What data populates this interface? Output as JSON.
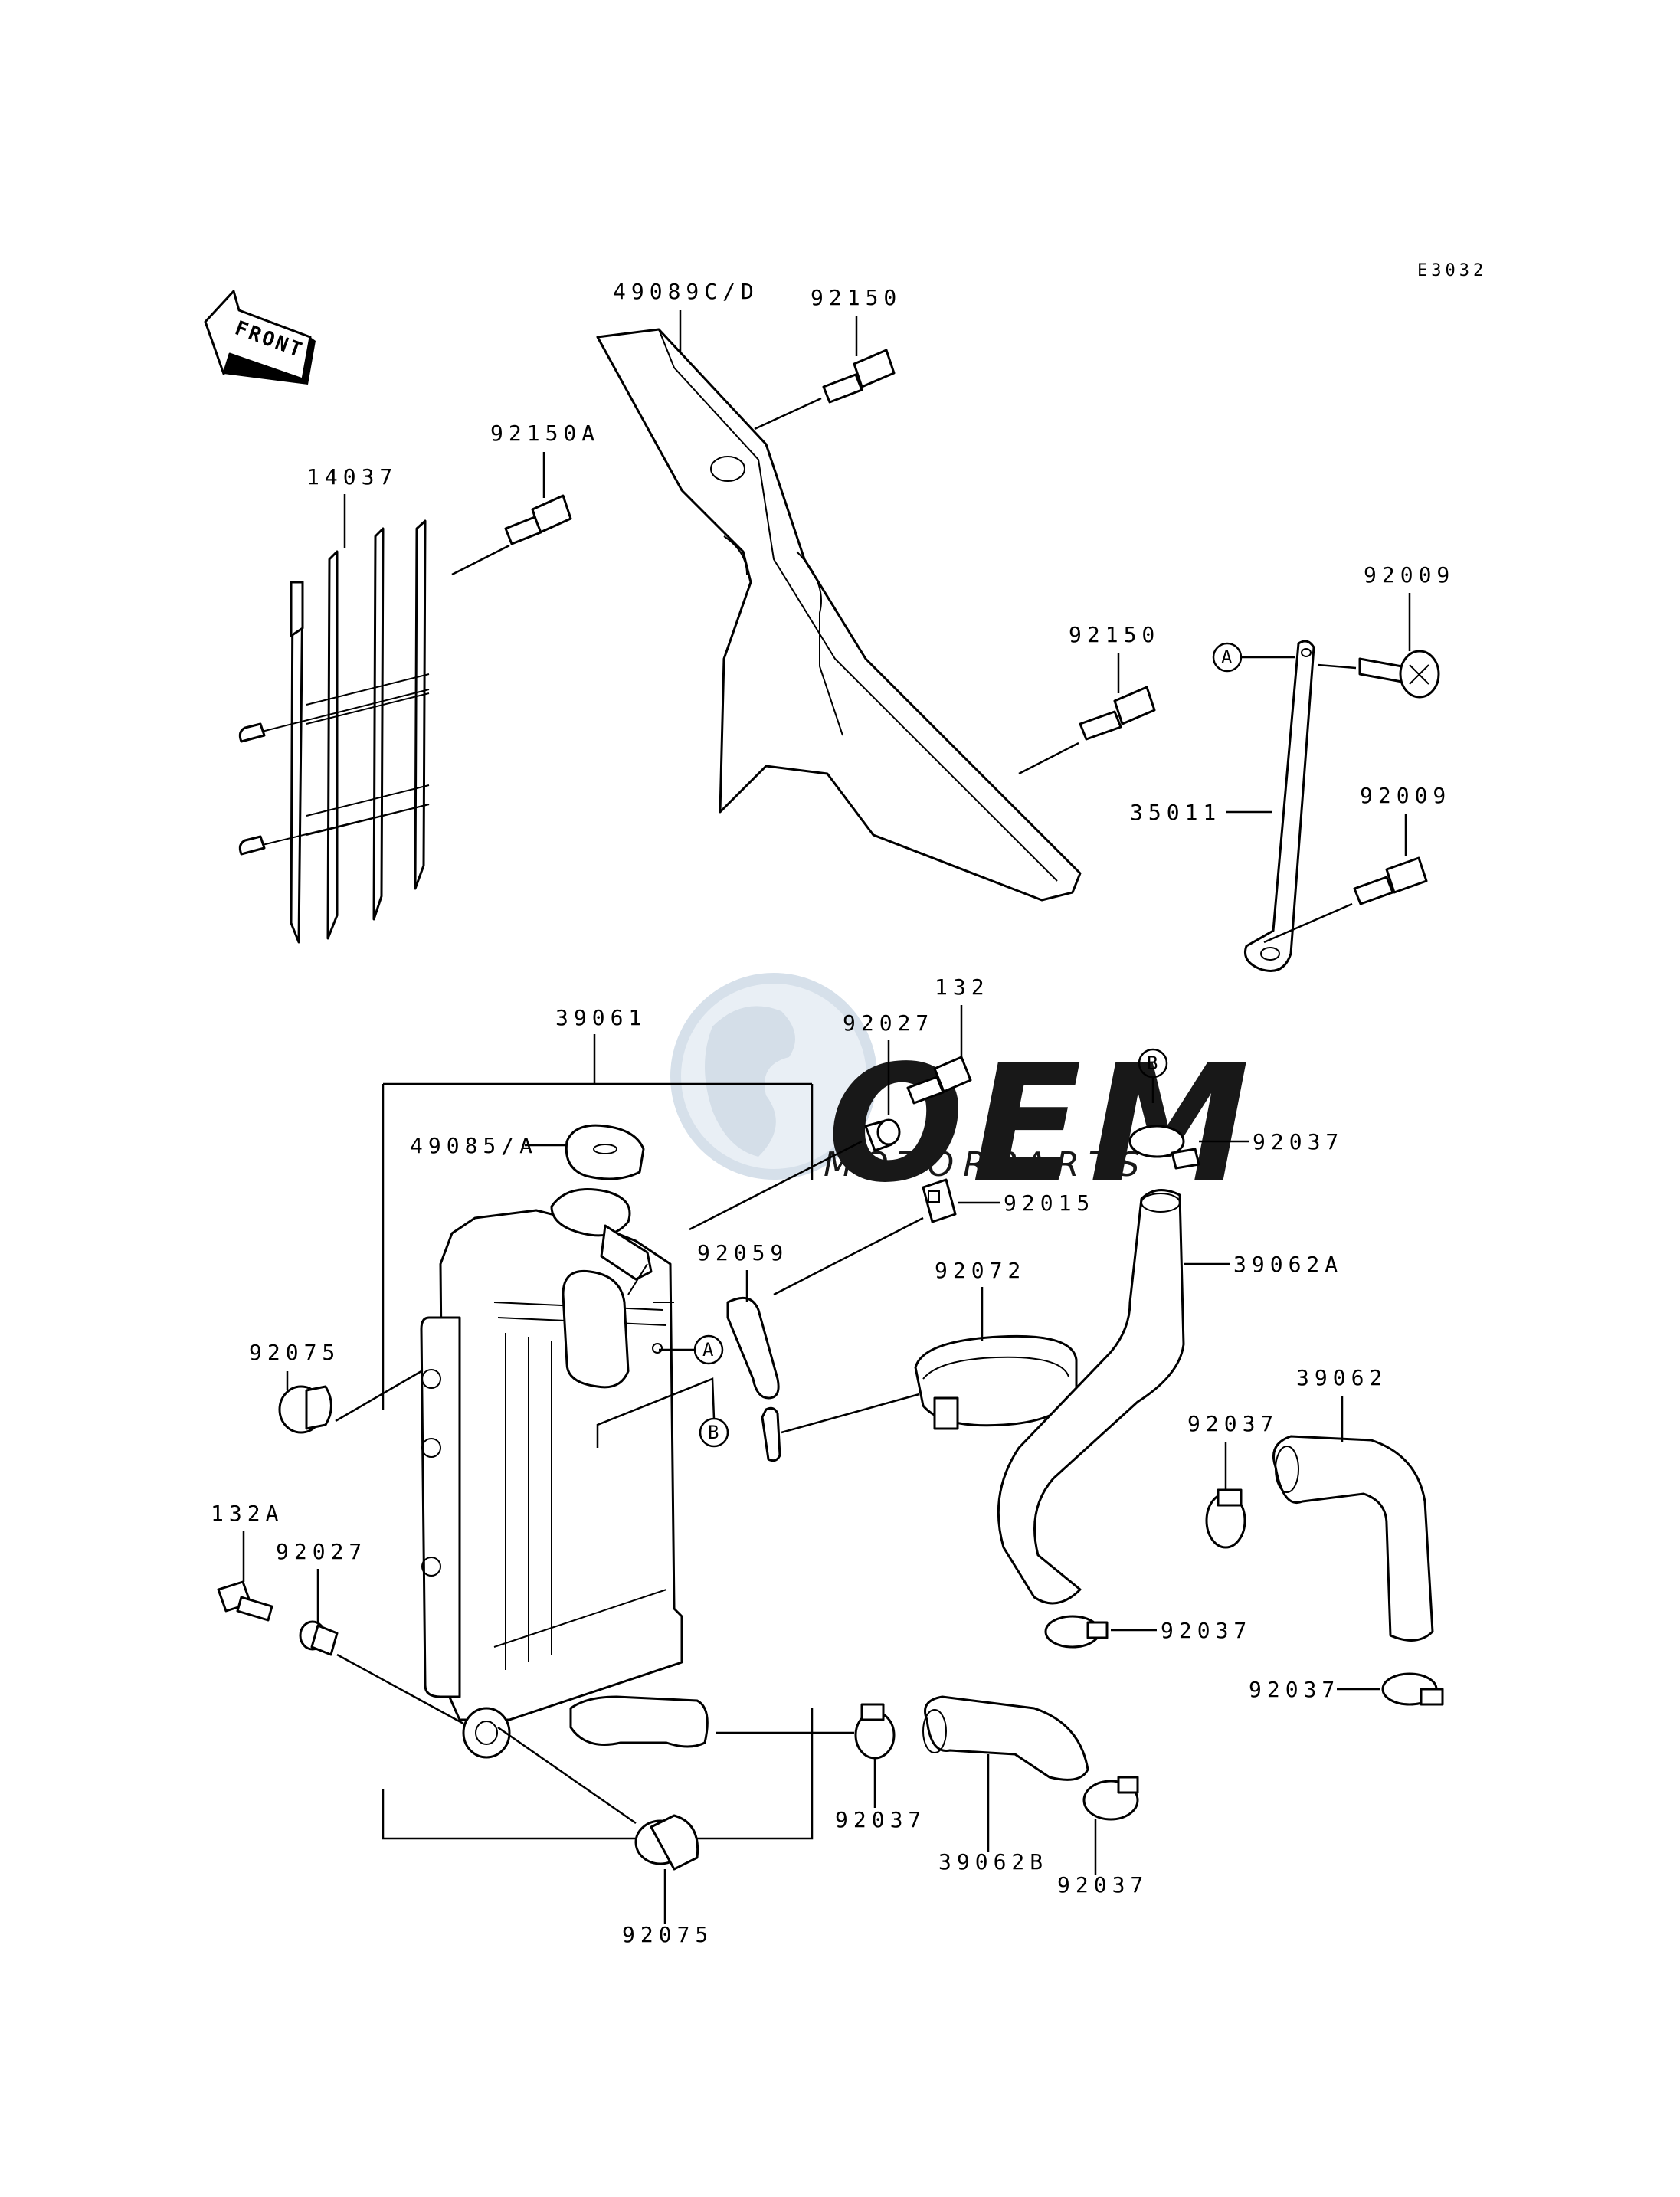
{
  "diagram_code": "E3032",
  "front_arrow_label": "FRONT",
  "watermark": {
    "brand": "OEM",
    "sub": "MOTORPARTS"
  },
  "callout_refs": {
    "a": "A",
    "b": "B"
  },
  "labels": {
    "p49089CD": "49089C/D",
    "p92150_top": "92150",
    "p92150A": "92150A",
    "p14037": "14037",
    "p92150_mid": "92150",
    "p92009_top": "92009",
    "p35011": "35011",
    "p92009_bot": "92009",
    "p132": "132",
    "p92027_top": "92027",
    "p39061": "39061",
    "p49085A": "49085/A",
    "p92037_b": "92037",
    "p92015": "92015",
    "p92059": "92059",
    "p92072": "92072",
    "p39062A": "39062A",
    "p92075_left": "92075",
    "p39062": "39062",
    "p92037_mid": "92037",
    "p132A": "132A",
    "p92027_left": "92027",
    "p92037_hose": "92037",
    "p92037_right": "92037",
    "p92037_low": "92037",
    "p39062B": "39062B",
    "p92037_bot": "92037",
    "p92075_bot": "92075"
  },
  "colors": {
    "line": "#000000",
    "watermark": "#d8e4ef",
    "watermark_dark": "#c9d5e0",
    "background": "#ffffff"
  }
}
